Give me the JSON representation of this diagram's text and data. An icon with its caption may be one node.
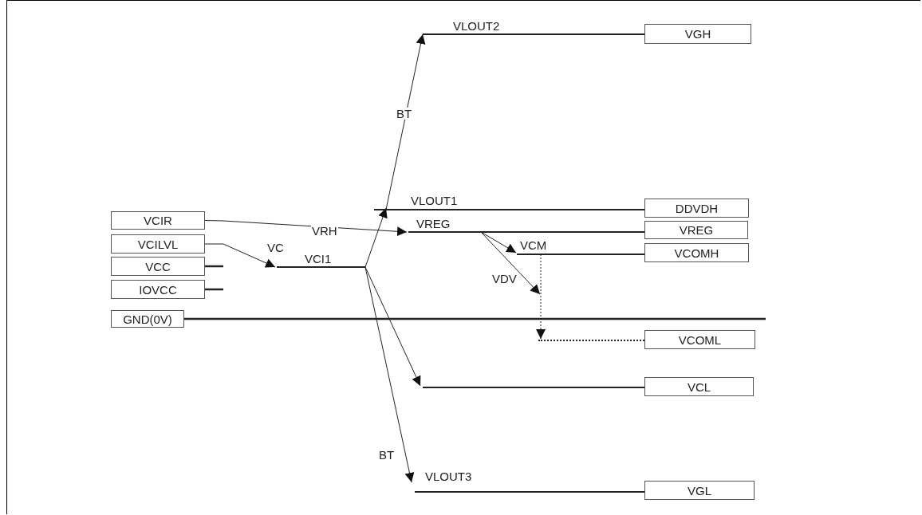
{
  "diagram": {
    "nodes": [
      {
        "text": [
          "VLOUT2"
        ]
      },
      {
        "text": [
          "VGH"
        ]
      },
      {
        "text": [
          "VLOUT1"
        ]
      },
      {
        "text": [
          "DDVDH"
        ]
      },
      {
        "text": [
          "VCIR"
        ]
      },
      {
        "text": [
          "VREG"
        ]
      },
      {
        "text": [
          "VREG"
        ]
      },
      {
        "text": [
          "VCILVL"
        ]
      },
      {
        "text": [
          "VCM"
        ]
      },
      {
        "text": [
          "VCOMH"
        ]
      },
      {
        "text": [
          "VCC"
        ]
      },
      {
        "text": [
          "VCI1"
        ]
      },
      {
        "text": [
          "IOVCC"
        ]
      },
      {
        "text": [
          "GND(0V)"
        ]
      },
      {
        "text": [],
        "shape": "bar"
      },
      {
        "text": [
          "VCOML"
        ]
      },
      {
        "text": [],
        "shape": "bar"
      },
      {
        "text": [
          "VCL"
        ]
      },
      {
        "text": [
          "VLOUT3"
        ]
      },
      {
        "text": [
          "VGL"
        ]
      }
    ],
    "edges": [
      {
        "from": 4,
        "to": 5,
        "arrow": "to",
        "label": "VRH"
      },
      {
        "from": 7,
        "to": 11,
        "arrow": "to",
        "label": "VC"
      },
      {
        "from": 11,
        "to": 2,
        "arrow": "to"
      },
      {
        "from": 2,
        "to": 0,
        "arrow": "to",
        "label": "BT"
      },
      {
        "from": 5,
        "to": 8,
        "arrow": "to"
      },
      {
        "from": 5,
        "to": null,
        "arrow": "to",
        "label": "VDV"
      },
      {
        "from": 8,
        "to": 14,
        "arrow": "to",
        "style": "dashed"
      },
      {
        "from": 11,
        "to": 16,
        "arrow": "to"
      },
      {
        "from": 11,
        "to": 18,
        "arrow": "to",
        "label": "BT"
      },
      {
        "from": 10,
        "to": null,
        "arrow": "none"
      },
      {
        "from": 12,
        "to": null,
        "arrow": "none"
      },
      {
        "from": 13,
        "to": null,
        "arrow": "none"
      }
    ]
  }
}
